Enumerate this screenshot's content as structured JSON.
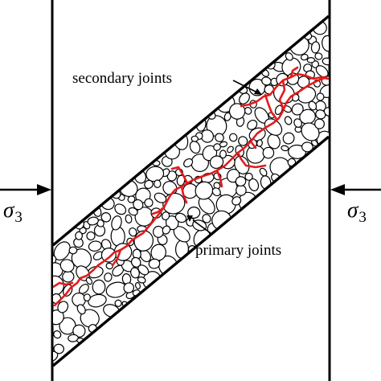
{
  "labels": {
    "secondary": "secondary joints",
    "primary": "primary joints",
    "sigma_symbol": "σ",
    "sigma_subscript": "3"
  },
  "colors": {
    "joint": "#e31a1c",
    "outline": "#000000",
    "background": "#ffffff"
  }
}
